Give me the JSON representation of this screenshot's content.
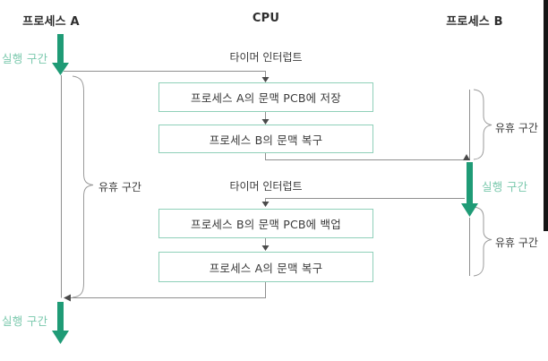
{
  "columns": {
    "process_a": "프로세스 A",
    "cpu": "CPU",
    "process_b": "프로세스 B"
  },
  "timeline_a": {
    "run_top_label": "실행 구간",
    "idle_label": "유휴 구간",
    "run_bottom_label": "실행 구간"
  },
  "timeline_b": {
    "idle_top_label": "유휴 구간",
    "run_label": "실행 구간",
    "idle_bottom_label": "유휴 구간"
  },
  "cpu_flow": {
    "timer_interrupt_1": "타이머 인터럽트",
    "timer_interrupt_2": "타이머 인터럽트",
    "steps": [
      "프로세스 A의 문맥 PCB에 저장",
      "프로세스 B의 문맥 복구",
      "프로세스 B의 문맥 PCB에 백업",
      "프로세스 A의 문맥 복구"
    ]
  },
  "colors": {
    "execution_arrow_green": "#1f9b76",
    "execution_label_green": "#79c8ac",
    "box_border_green": "#8fd0b9",
    "connector_gray": "#8f8f8f",
    "brace_gray": "#9a9a9a",
    "text_dark": "#333333"
  }
}
